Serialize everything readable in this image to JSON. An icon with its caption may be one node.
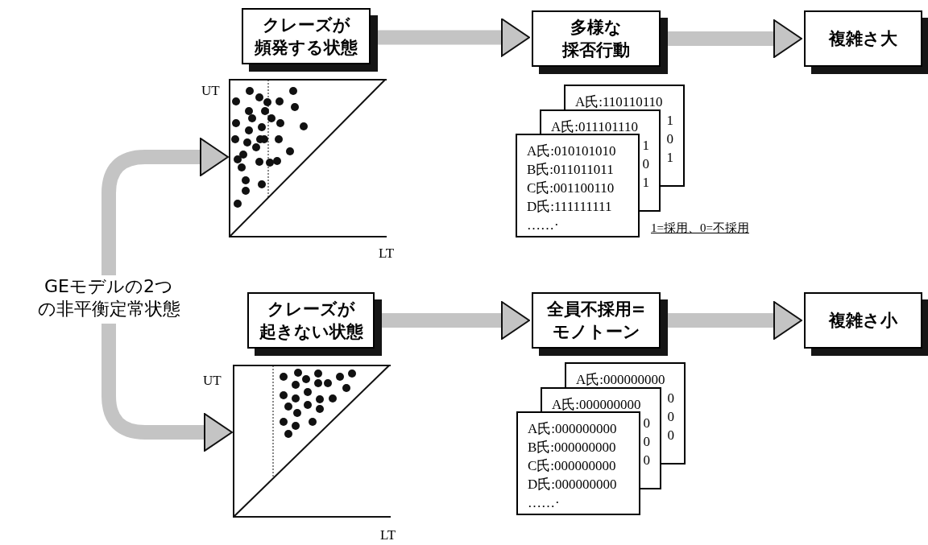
{
  "diagram": {
    "nodes": [
      {
        "text": [
          "クレーズが頻発する状態"
        ]
      },
      {
        "text": [
          "多様な採否行動"
        ]
      },
      {
        "text": [
          "複雑さ大"
        ]
      },
      {
        "text": [],
        "shape": "plot"
      },
      {
        "text": [
          "A氏:110110110",
          "1",
          "0",
          "1",
          "A氏:011101110",
          "1",
          "0",
          "1",
          "A氏:010101010",
          "B氏:011011011",
          "C氏:001100110",
          "D氏:111111111",
          "……·"
        ]
      },
      {
        "text": [
          "GEモデルの2つの非平衡定常状態"
        ]
      },
      {
        "text": [
          "クレーズが起きない状態"
        ]
      },
      {
        "text": [
          "全員不採用=モノトーン"
        ]
      },
      {
        "text": [
          "複雑さ小"
        ]
      },
      {
        "text": [],
        "shape": "plot"
      },
      {
        "text": [
          "A氏:000000000",
          "0",
          "0",
          "0",
          "A氏:000000000",
          "0",
          "0",
          "0",
          "A氏:000000000",
          "B氏:000000000",
          "C氏:000000000",
          "D氏:000000000",
          "……·"
        ]
      }
    ],
    "edges": [
      {
        "from": 5,
        "to": 3,
        "arrow": "to"
      },
      {
        "from": 0,
        "to": 1,
        "arrow": "to"
      },
      {
        "from": 1,
        "to": 2,
        "arrow": "to"
      },
      {
        "from": 5,
        "to": 9,
        "arrow": "to"
      },
      {
        "from": 6,
        "to": 7,
        "arrow": "to"
      },
      {
        "from": 7,
        "to": 8,
        "arrow": "to"
      }
    ],
    "labels": [
      "UT",
      "LT",
      "1=採用、0=不採用",
      "UT",
      "LT"
    ]
  }
}
